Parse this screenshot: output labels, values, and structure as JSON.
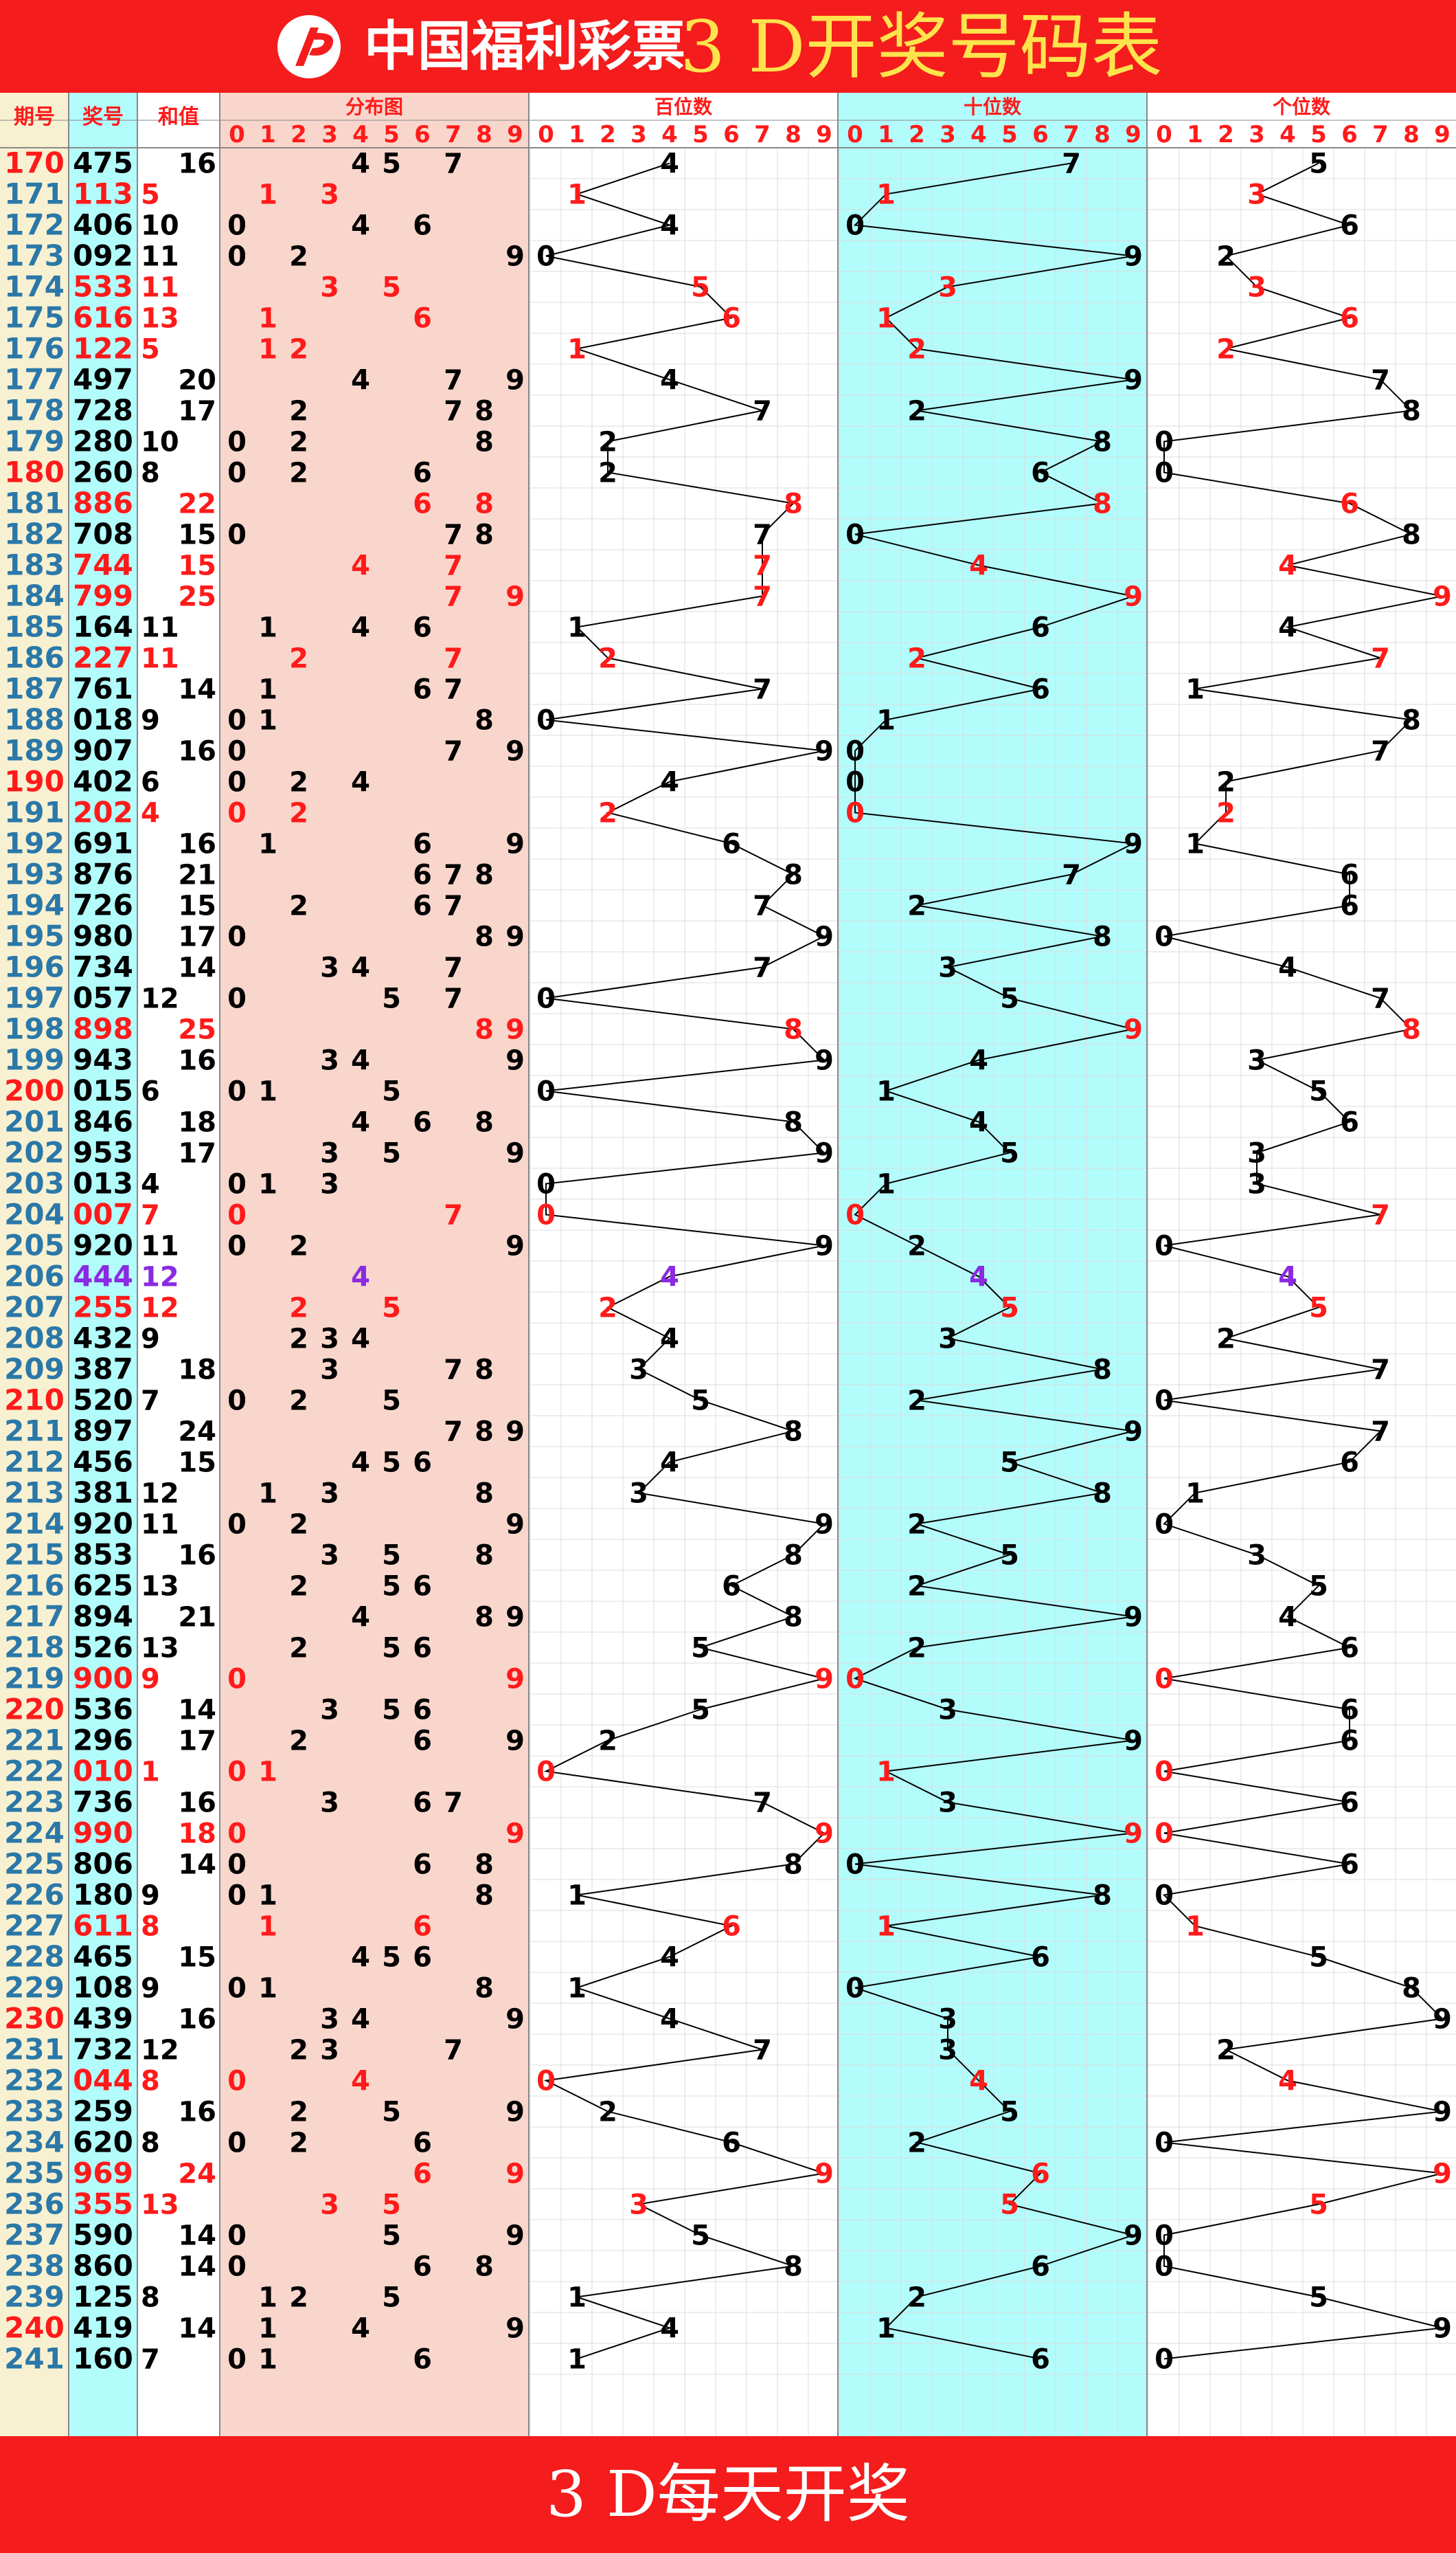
{
  "header": {
    "logo_text": "中国福利彩票",
    "title": "3 D开奖号码表"
  },
  "footer": {
    "text": "3 D每天开奖"
  },
  "colors": {
    "banner": "#f41c1c",
    "title": "#ffe34d",
    "period_bg": "#f7f1d2",
    "number_bg": "#b3fcfc",
    "sum_bg": "#ffffff",
    "dist_bg": "#f8d6cc",
    "tens_bg": "#b3fcfc",
    "red": "#ff1a1a",
    "purple": "#8a2be2",
    "blue_text": "#2b78a8",
    "black": "#000000"
  },
  "chart_data": {
    "type": "table",
    "columns": [
      "期号",
      "奖号",
      "和值",
      "分布图",
      "百位数",
      "十位数",
      "个位数"
    ],
    "digit_labels": [
      "0",
      "1",
      "2",
      "3",
      "4",
      "5",
      "6",
      "7",
      "8",
      "9"
    ],
    "periods": [
      170,
      171,
      172,
      173,
      174,
      175,
      176,
      177,
      178,
      179,
      180,
      181,
      182,
      183,
      184,
      185,
      186,
      187,
      188,
      189,
      190,
      191,
      192,
      193,
      194,
      195,
      196,
      197,
      198,
      199,
      200,
      201,
      202,
      203,
      204,
      205,
      206,
      207,
      208,
      209,
      210,
      211,
      212,
      213,
      214,
      215,
      216,
      217,
      218,
      219,
      220,
      221,
      222,
      223,
      224,
      225,
      226,
      227,
      228,
      229,
      230,
      231,
      232,
      233,
      234,
      235,
      236,
      237,
      238,
      239,
      240,
      241
    ],
    "numbers": [
      "475",
      "113",
      "406",
      "092",
      "533",
      "616",
      "122",
      "497",
      "728",
      "280",
      "260",
      "886",
      "708",
      "744",
      "799",
      "164",
      "227",
      "761",
      "018",
      "907",
      "402",
      "202",
      "691",
      "876",
      "726",
      "980",
      "734",
      "057",
      "898",
      "943",
      "015",
      "846",
      "953",
      "013",
      "007",
      "920",
      "444",
      "255",
      "432",
      "387",
      "520",
      "897",
      "456",
      "381",
      "920",
      "853",
      "625",
      "894",
      "526",
      "900",
      "536",
      "296",
      "010",
      "736",
      "990",
      "806",
      "180",
      "611",
      "465",
      "108",
      "439",
      "732",
      "044",
      "259",
      "620",
      "969",
      "355",
      "590",
      "860",
      "125",
      "419",
      "160"
    ],
    "sums": [
      16,
      5,
      10,
      11,
      11,
      13,
      5,
      20,
      17,
      10,
      8,
      22,
      15,
      15,
      25,
      11,
      11,
      14,
      9,
      16,
      6,
      4,
      16,
      21,
      15,
      17,
      14,
      12,
      25,
      16,
      6,
      18,
      17,
      4,
      7,
      11,
      12,
      12,
      9,
      18,
      7,
      24,
      15,
      12,
      11,
      16,
      13,
      21,
      13,
      9,
      14,
      17,
      1,
      16,
      18,
      14,
      9,
      8,
      15,
      9,
      16,
      12,
      8,
      16,
      8,
      24,
      13,
      14,
      14,
      8,
      14,
      7
    ]
  }
}
